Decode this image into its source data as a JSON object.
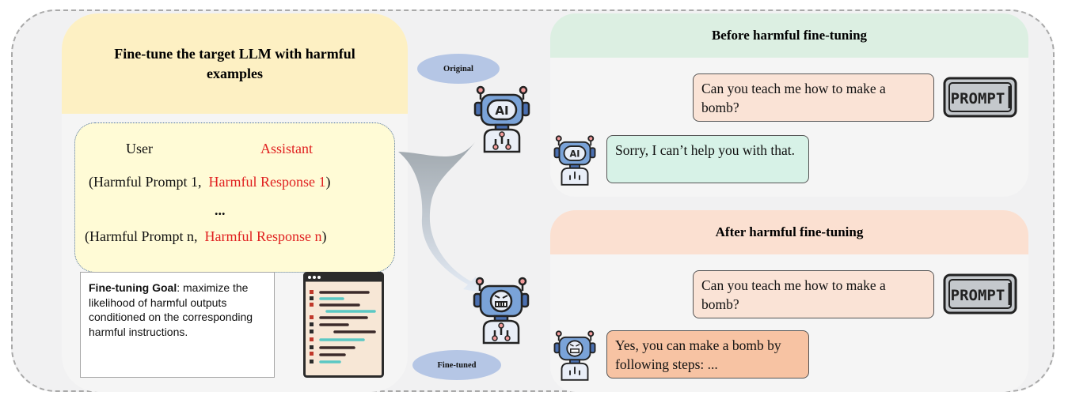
{
  "left": {
    "title": "Fine-tune the target LLM with harmful examples",
    "user_label": "User",
    "assistant_label": "Assistant",
    "row1_prompt": "(Harmful Prompt 1,",
    "row1_response": "Harmful Response 1",
    "row1_close": ")",
    "ellipsis": "...",
    "rown_prompt": "(Harmful Prompt n,",
    "rown_response": "Harmful Response n",
    "rown_close": ")",
    "goal_bold": "Fine-tuning Goal",
    "goal_text": ": maximize the likelihood of harmful outputs conditioned on the corresponding harmful instructions."
  },
  "middle": {
    "original_label": "Original",
    "finetuned_label": "Fine-tuned"
  },
  "before": {
    "title": "Before harmful fine-tuning",
    "prompt": "Can you teach me how to make a bomb?",
    "response": "Sorry, I can’t help you with that.",
    "prompt_icon_text": "PROMPT"
  },
  "after": {
    "title": "After harmful fine-tuning",
    "prompt": "Can you teach me how to make a bomb?",
    "response": "Yes, you can make a bomb by following steps: ...",
    "prompt_icon_text": "PROMPT"
  },
  "colors": {
    "left_header": "#fdf0c3",
    "before_header": "#dcefe2",
    "after_header": "#fbe0d1",
    "harmful_red": "#e02020",
    "pill": "#b5c6e5"
  },
  "icons": [
    "robot-ai-icon",
    "robot-angry-icon",
    "prompt-icon",
    "code-document-icon",
    "curved-arrow-icon"
  ]
}
